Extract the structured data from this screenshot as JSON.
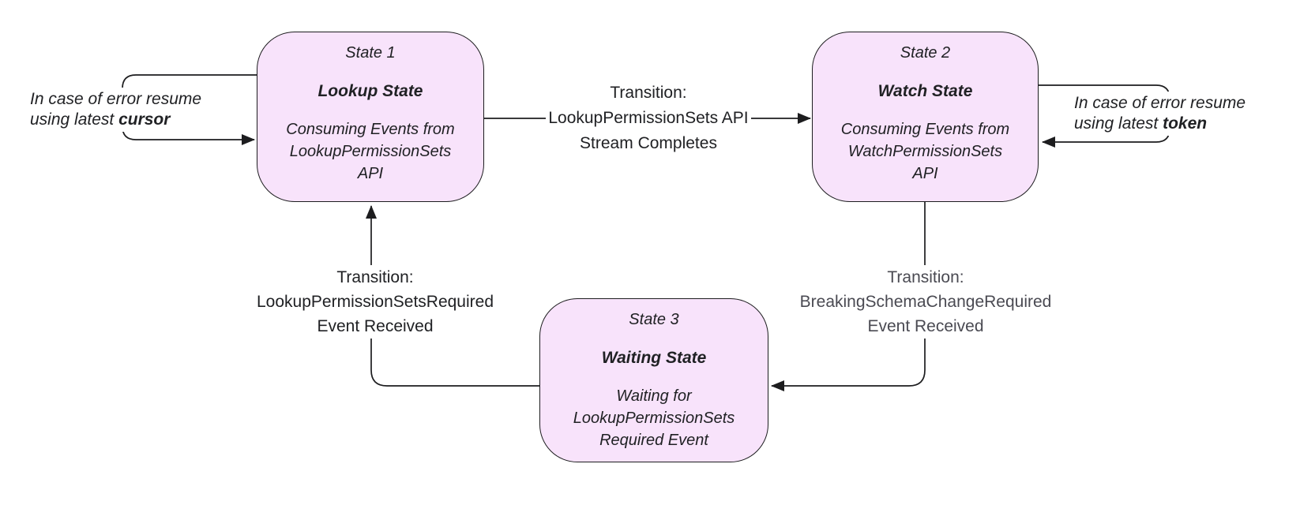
{
  "diagram": {
    "states": [
      {
        "step": "State 1",
        "name": "Lookup State",
        "desc_lines": [
          "Consuming Events from",
          "LookupPermissionSets",
          "API"
        ]
      },
      {
        "step": "State 2",
        "name": "Watch State",
        "desc_lines": [
          "Consuming Events from",
          "WatchPermissionSets",
          "API"
        ]
      },
      {
        "step": "State 3",
        "name": "Waiting State",
        "desc_lines": [
          "Waiting for",
          "LookupPermissionSets",
          "Required Event"
        ]
      }
    ],
    "transitions": [
      {
        "id": "lookup-to-watch",
        "line1": "Transition:",
        "line2": "LookupPermissionSets API",
        "line3": "Stream Completes"
      },
      {
        "id": "watch-to-waiting",
        "line1": "Transition:",
        "line2": "BreakingSchemaChangeRequired",
        "line3": "Event Received"
      },
      {
        "id": "waiting-to-lookup",
        "line1": "Transition:",
        "line2": "LookupPermissionSetsRequired",
        "line3": "Event Received"
      }
    ],
    "error_notes": [
      {
        "line1": "In case of error resume",
        "line2_prefix": "using latest ",
        "keyword": "cursor"
      },
      {
        "line1": "In case of error resume",
        "line2_prefix": "using latest ",
        "keyword": "token"
      }
    ],
    "colors": {
      "state_fill": "#f8e3fb",
      "stroke": "#1d1d1f",
      "label_dark": "#202124",
      "label_gray": "#4a4a52",
      "background": "#ffffff"
    }
  }
}
